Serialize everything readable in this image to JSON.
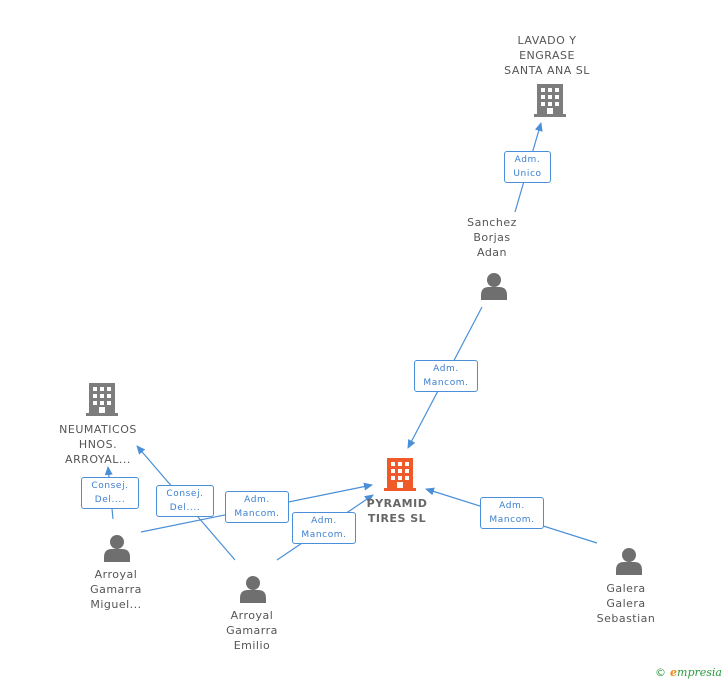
{
  "colors": {
    "edge": "#4a8fd8",
    "company_icon": "#7d7d7d",
    "main_company_icon": "#f05a28",
    "person_icon": "#6f6f6f"
  },
  "nodes": {
    "lavado": {
      "label": "LAVADO Y\nENGRASE\nSANTA ANA SL",
      "icon": "building-icon"
    },
    "sanchez": {
      "label": "Sanchez\nBorjas\nAdan",
      "icon": "person-icon"
    },
    "neumaticos": {
      "label": "NEUMATICOS\nHNOS.\nARROYAL...",
      "icon": "building-icon"
    },
    "pyramid": {
      "label": "PYRAMID\nTIRES SL",
      "icon": "building-icon"
    },
    "miguel": {
      "label": "Arroyal\nGamarra\nMiguel...",
      "icon": "person-icon"
    },
    "emilio": {
      "label": "Arroyal\nGamarra\nEmilio",
      "icon": "person-icon"
    },
    "galera": {
      "label": "Galera\nGalera\nSebastian",
      "icon": "person-icon"
    }
  },
  "roles": {
    "sanchez_lavado": {
      "line1": "Adm.",
      "line2": "Unico"
    },
    "sanchez_pyramid": {
      "line1": "Adm.",
      "line2": "Mancom."
    },
    "miguel_neumaticos": {
      "line1": "Consej.",
      "line2": "Del...."
    },
    "emilio_neumaticos": {
      "line1": "Consej.",
      "line2": "Del...."
    },
    "miguel_pyramid": {
      "line1": "Adm.",
      "line2": "Mancom."
    },
    "emilio_pyramid": {
      "line1": "Adm.",
      "line2": "Mancom."
    },
    "galera_pyramid": {
      "line1": "Adm.",
      "line2": "Mancom."
    }
  },
  "footer": {
    "copyright": "©",
    "brand_first": "e",
    "brand_rest": "mpresia"
  }
}
